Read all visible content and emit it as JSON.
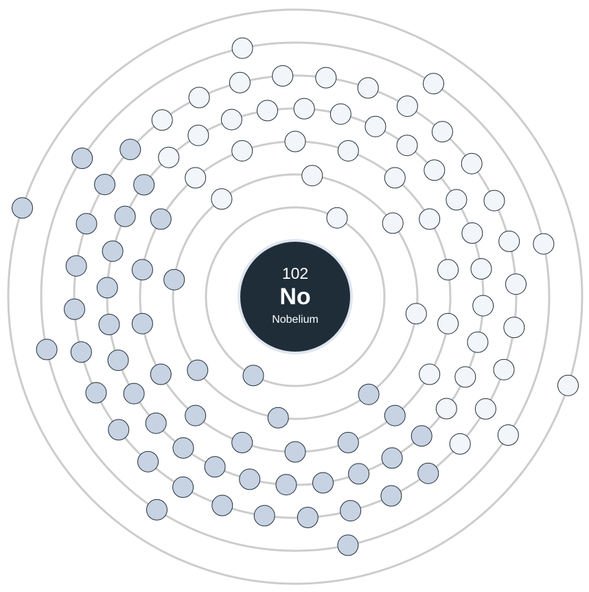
{
  "element": {
    "atomic_number": "102",
    "symbol": "No",
    "name": "Nobelium"
  },
  "shells": [
    {
      "shell": 1,
      "electrons": 2,
      "start_angle_deg": 0
    },
    {
      "shell": 2,
      "electrons": 8,
      "start_angle_deg": 0
    },
    {
      "shell": 3,
      "electrons": 18,
      "start_angle_deg": 0
    },
    {
      "shell": 4,
      "electrons": 32,
      "start_angle_deg": 0
    },
    {
      "shell": 5,
      "electrons": 32,
      "start_angle_deg": 0
    },
    {
      "shell": 6,
      "electrons": 8,
      "start_angle_deg": 0
    },
    {
      "shell": 7,
      "electrons": 2,
      "start_angle_deg": 0
    }
  ],
  "colors": {
    "nucleus_fill": "#1f2d38",
    "nucleus_ring": "#dfe6f0",
    "orbit": "#cccccc",
    "electron_stroke": "#1f2d38",
    "electron_fill_light": "#f2f5fa",
    "electron_fill_dark": "#c7d2e2"
  }
}
